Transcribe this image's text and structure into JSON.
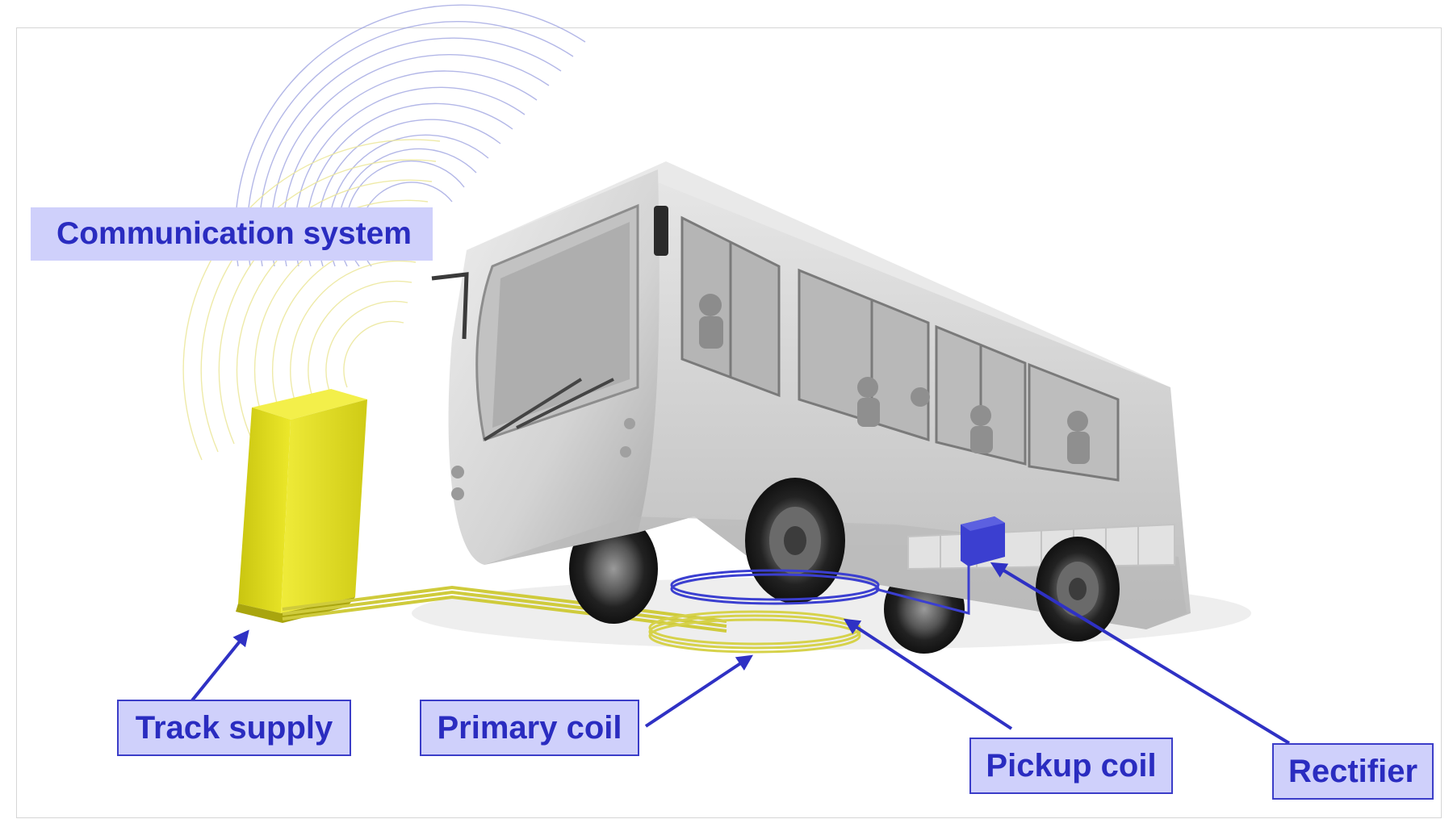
{
  "labels": {
    "communication_system": "Communication system",
    "track_supply": "Track supply",
    "primary_coil": "Primary coil",
    "pickup_coil": "Pickup coil",
    "rectifier": "Rectifier"
  },
  "colors": {
    "label_fill": "#cfd0fb",
    "label_text": "#2a2cc0",
    "arrow": "#2f31c4",
    "track_supply": "#e0dc1e",
    "coil_primary": "#d9d54a",
    "coil_pickup": "#3b3fd0",
    "bus_body": "#d7d7d7"
  },
  "icons": {
    "signal_waves": "concentric-arcs",
    "pointer": "arrow-icon"
  }
}
